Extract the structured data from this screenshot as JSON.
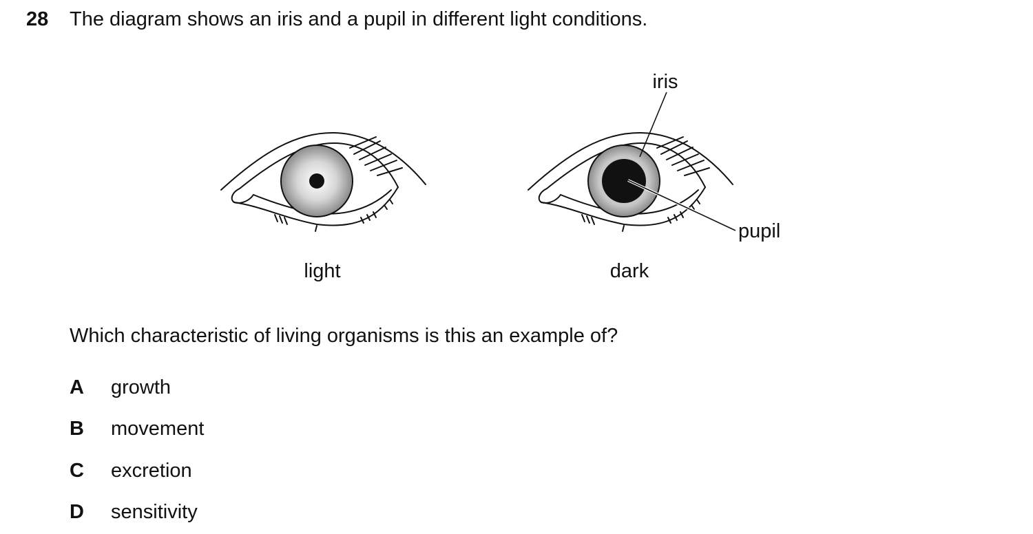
{
  "question": {
    "number": "28",
    "stem": "The diagram shows an iris and a pupil in different light conditions.",
    "prompt": "Which characteristic of living organisms is this an example of?"
  },
  "diagram": {
    "eye_light_label": "light",
    "eye_dark_label": "dark",
    "iris_label": "iris",
    "pupil_label": "pupil"
  },
  "options": [
    {
      "letter": "A",
      "text": "growth"
    },
    {
      "letter": "B",
      "text": "movement"
    },
    {
      "letter": "C",
      "text": "excretion"
    },
    {
      "letter": "D",
      "text": "sensitivity"
    }
  ]
}
